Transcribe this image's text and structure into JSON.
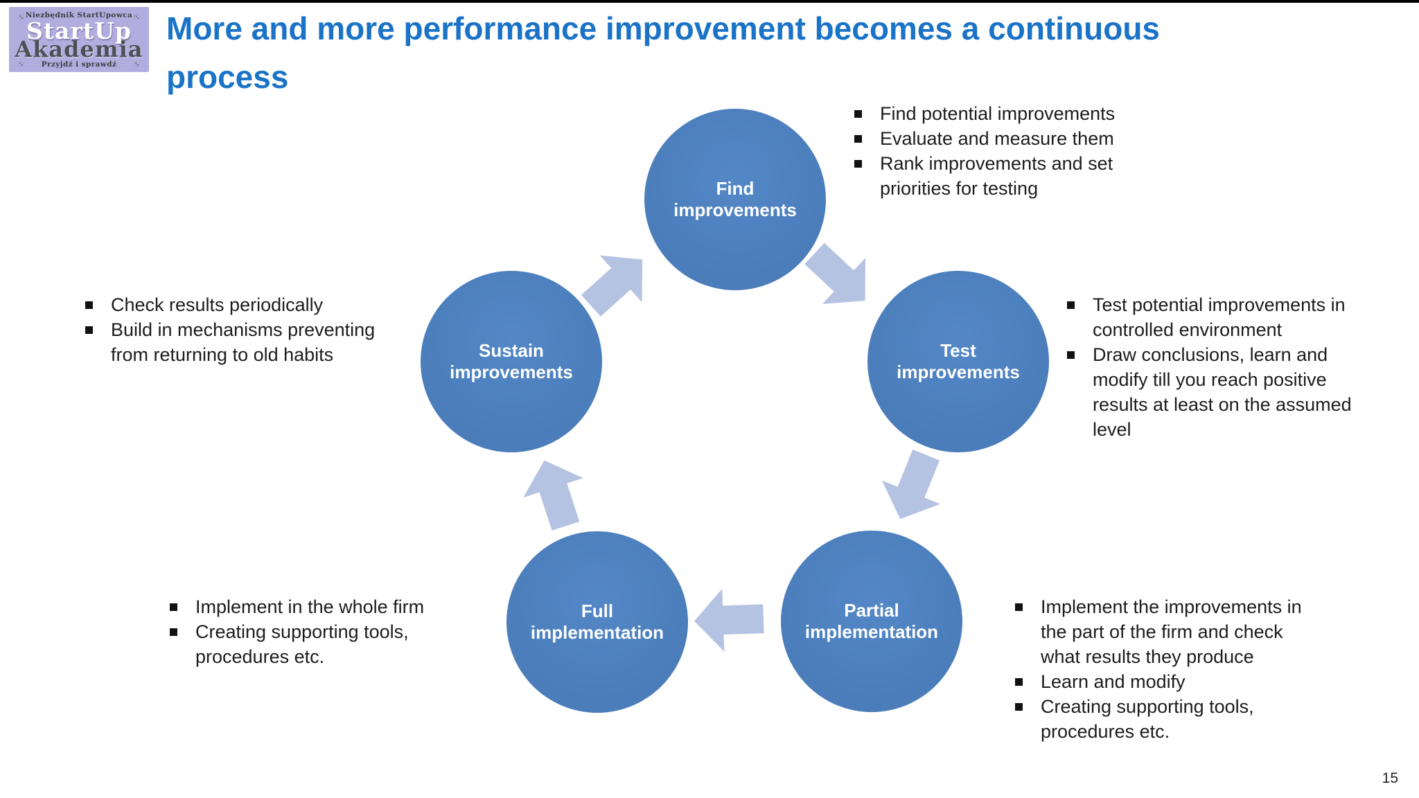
{
  "slide": {
    "title": "More and more performance improvement becomes a continuous\nprocess",
    "title_color": "#1b73c8",
    "background_color": "#ffffff",
    "page_number": "15"
  },
  "logo": {
    "tagline_top": "Niezbędnik StartUpowca",
    "name_line1": "StartUp",
    "name_line2": "Akademia",
    "tagline_bottom": "Przyjdź i sprawdź",
    "bg_color": "#b1addf"
  },
  "diagram": {
    "type": "cycle",
    "circle_color": "#4a7dba",
    "arrow_color": "#b5c3e2",
    "nodes": [
      {
        "id": "find",
        "label": "Find\nimprovements"
      },
      {
        "id": "test",
        "label": "Test\nimprovements"
      },
      {
        "id": "partial",
        "label": "Partial\nimplementation"
      },
      {
        "id": "full",
        "label": "Full\nimplementation"
      },
      {
        "id": "sustain",
        "label": "Sustain\nimprovements"
      }
    ],
    "notes": {
      "find": {
        "items": [
          "Find potential improvements",
          "Evaluate and measure them",
          "Rank improvements and set priorities for testing"
        ]
      },
      "test": {
        "items": [
          "Test potential improvements in controlled environment",
          "Draw conclusions, learn and modify till you reach positive results at least on the assumed level"
        ]
      },
      "partial": {
        "items": [
          "Implement the improvements in the part of the firm and check what results they produce",
          "Learn and modify",
          "Creating supporting tools, procedures etc."
        ]
      },
      "full": {
        "items": [
          "Implement in the whole firm",
          "Creating supporting tools, procedures etc."
        ]
      },
      "sustain": {
        "items": [
          "Check results periodically",
          "Build in mechanisms preventing from returning to old habits"
        ]
      }
    }
  }
}
